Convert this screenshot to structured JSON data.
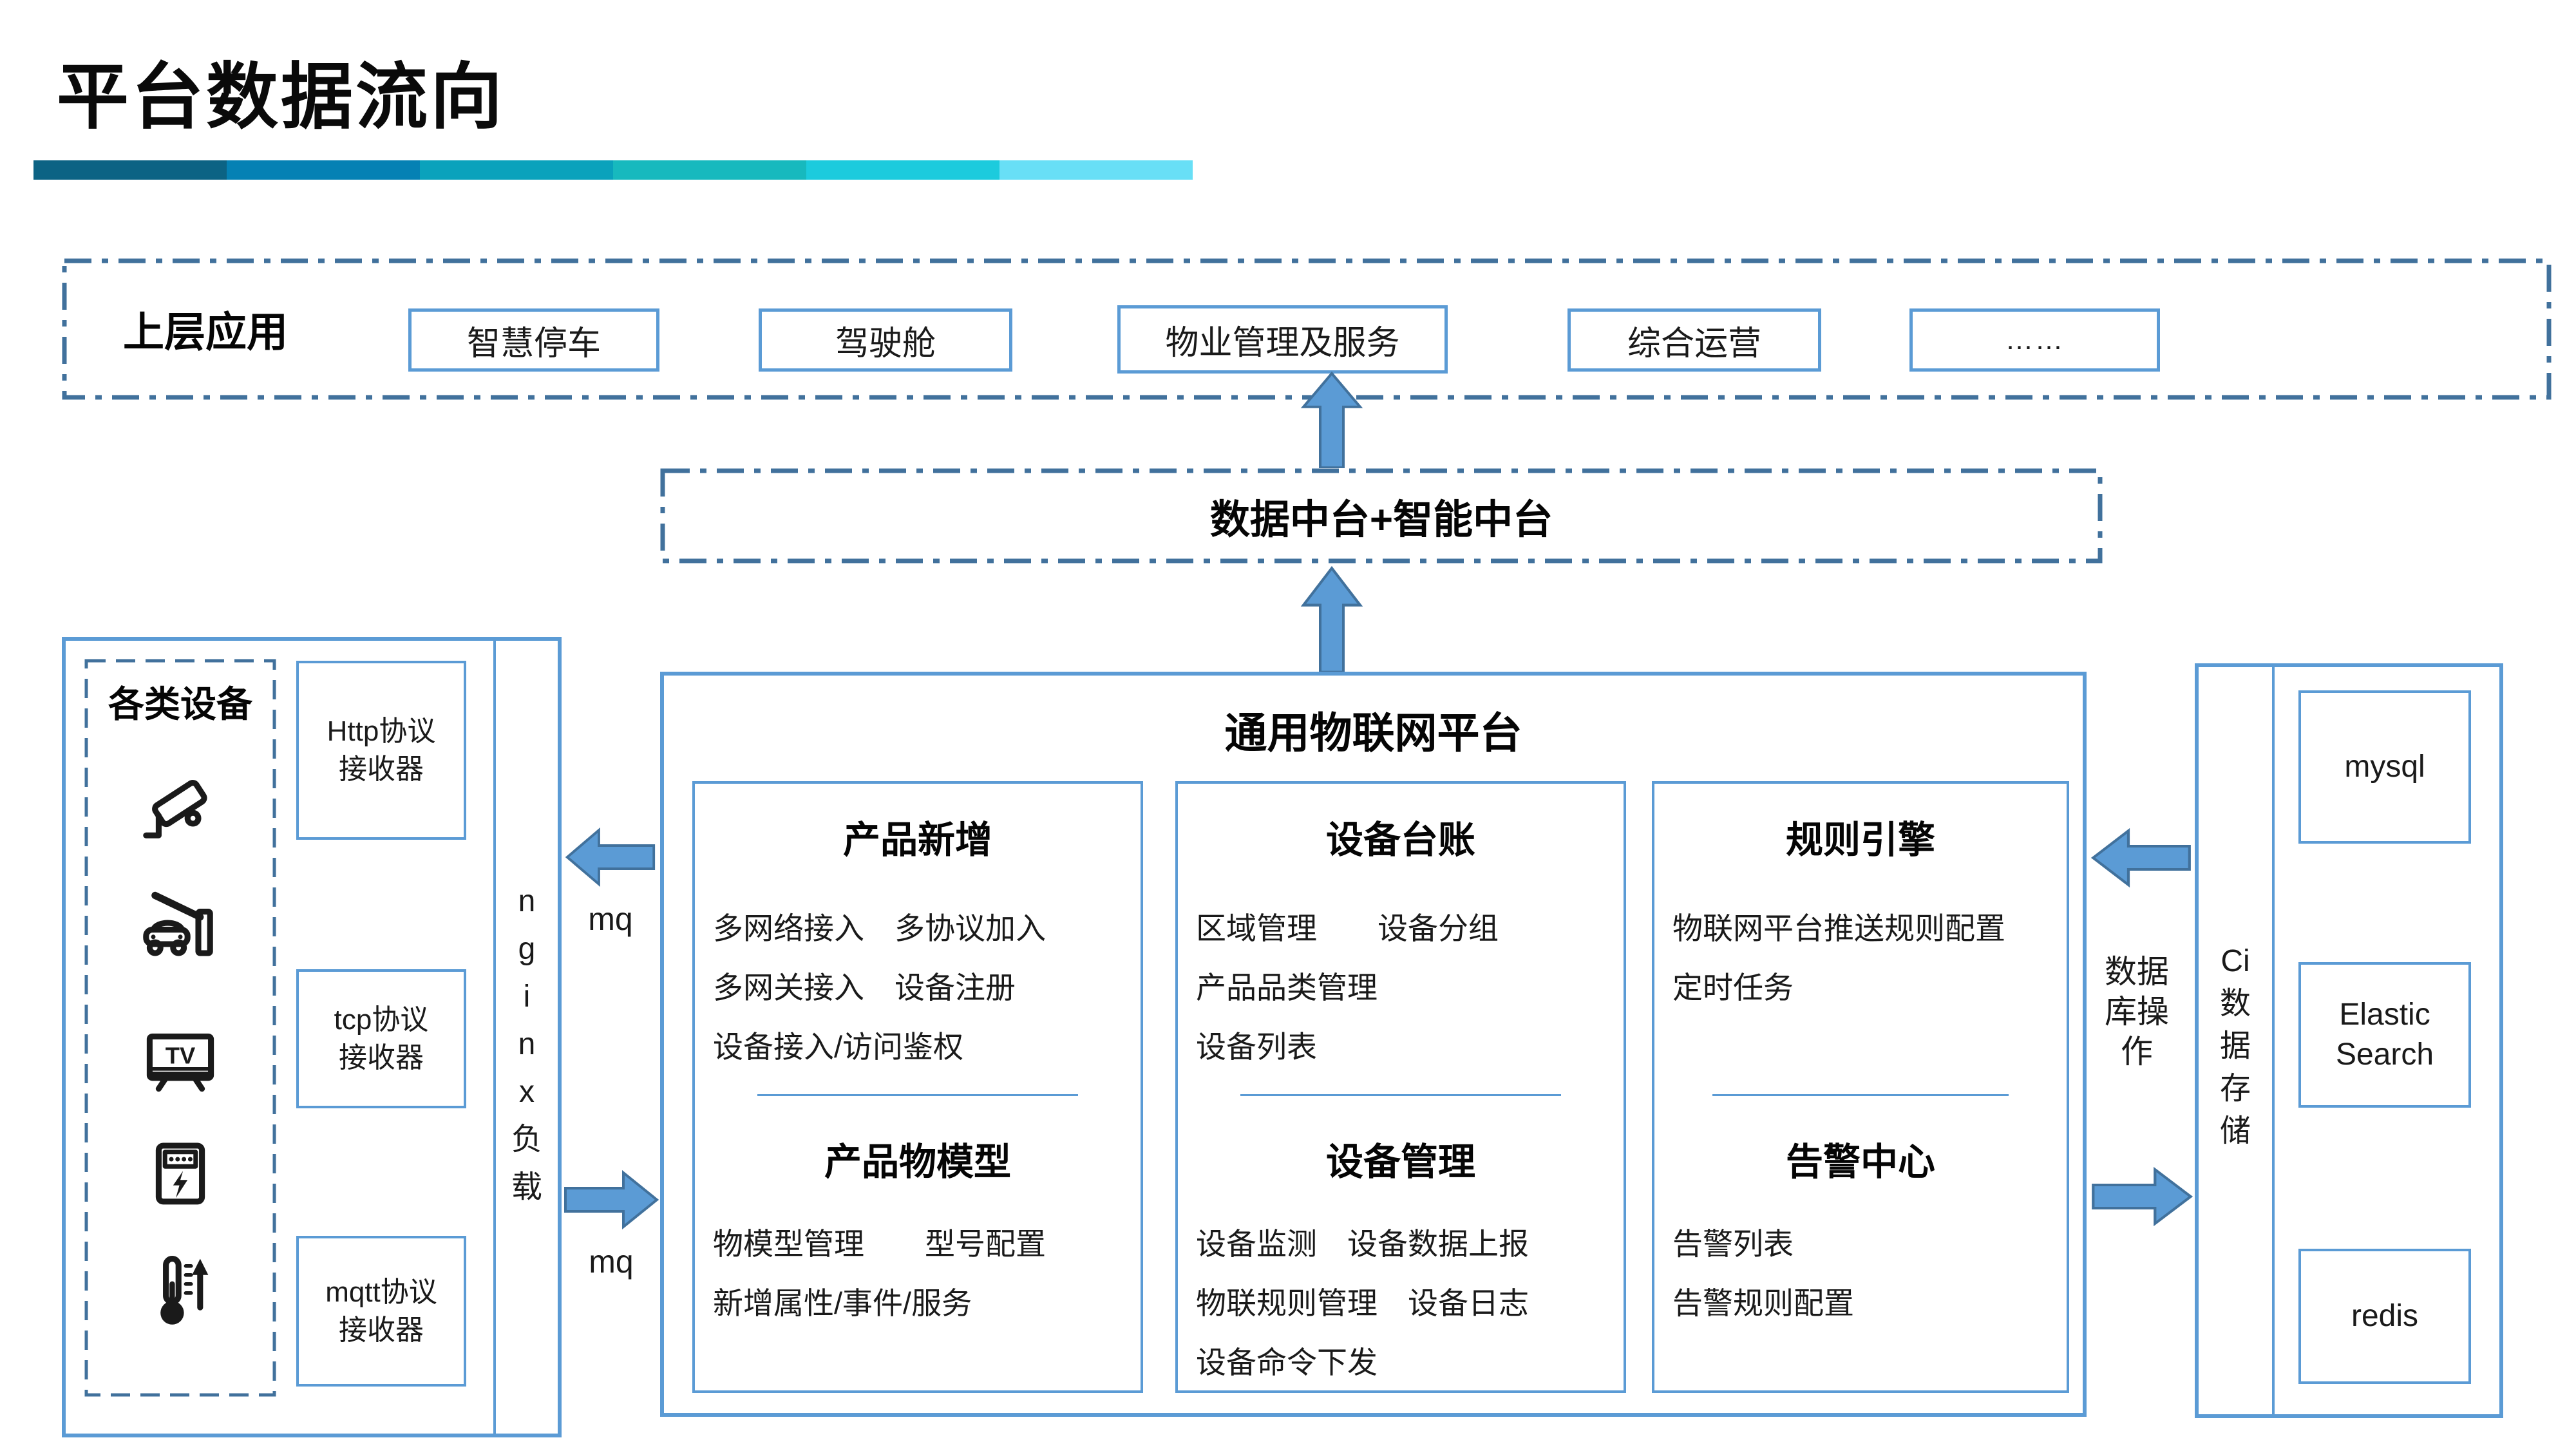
{
  "header": {
    "title": "平台数据流向"
  },
  "accent_bar": {
    "colors": [
      "#0c6384",
      "#0581b4",
      "#0aa2bc",
      "#17b9be",
      "#1ccbdd",
      "#68dff6"
    ]
  },
  "colors": {
    "box_border": "#5b9bd5",
    "dash_border": "#41719c",
    "arrow_fill": "#5b9bd5",
    "arrow_stroke": "#41719c",
    "text": "#1a1a1a"
  },
  "top_apps": {
    "label": "上层应用",
    "apps": [
      "智慧停车",
      "驾驶舱",
      "物业管理及服务",
      "综合运营",
      "……"
    ]
  },
  "mid_platform": {
    "label": "数据中台+智能中台"
  },
  "iot": {
    "title": "通用物联网平台",
    "columns": [
      {
        "top": {
          "title": "产品新增",
          "items": [
            "多网络接入　多协议加入",
            "多网关接入　设备注册",
            "设备接入/访问鉴权"
          ]
        },
        "bottom": {
          "title": "产品物模型",
          "items": [
            "物模型管理　　型号配置",
            "新增属性/事件/服务",
            ""
          ]
        }
      },
      {
        "top": {
          "title": "设备台账",
          "items": [
            "区域管理　　设备分组",
            "产品品类管理",
            "设备列表"
          ]
        },
        "bottom": {
          "title": "设备管理",
          "items": [
            "设备监测　设备数据上报",
            "物联规则管理　设备日志",
            "设备命令下发"
          ]
        }
      },
      {
        "top": {
          "title": "规则引擎",
          "items": [
            "物联网平台推送规则配置",
            "定时任务",
            ""
          ]
        },
        "bottom": {
          "title": "告警中心",
          "items": [
            "告警列表",
            "告警规则配置",
            ""
          ]
        }
      }
    ]
  },
  "left": {
    "devices_label": "各类设备",
    "device_icons": [
      "cctv-camera",
      "car-barrier-gate",
      "tv",
      "electric-meter",
      "thermometer"
    ],
    "receivers": [
      {
        "line1": "Http协议",
        "line2": "接收器"
      },
      {
        "line1": "tcp协议",
        "line2": "接收器"
      },
      {
        "line1": "mqtt协议",
        "line2": "接收器"
      }
    ],
    "nginx_chars": [
      "n",
      "g",
      "i",
      "n",
      "x",
      "负",
      "载"
    ],
    "mq_top": "mq",
    "mq_bottom": "mq"
  },
  "right": {
    "db_ops_lines": [
      "数据",
      "库操",
      "作"
    ],
    "ci_chars": [
      "Ci",
      "数",
      "据",
      "存",
      "储"
    ],
    "stores": [
      {
        "line1": "mysql",
        "line2": ""
      },
      {
        "line1": "Elastic",
        "line2": "Search"
      },
      {
        "line1": "redis",
        "line2": ""
      }
    ]
  }
}
